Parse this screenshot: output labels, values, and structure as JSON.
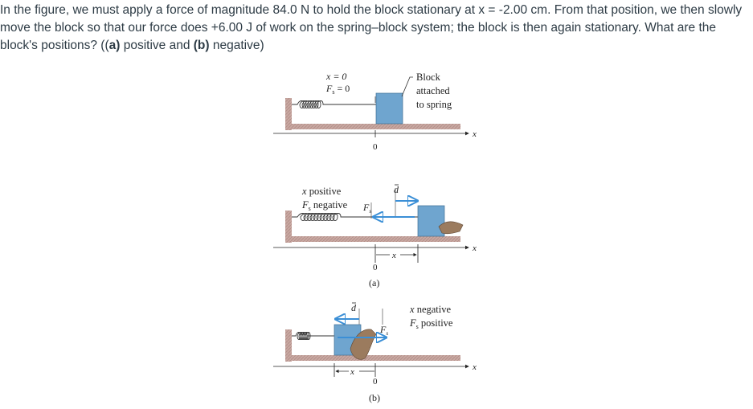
{
  "question": {
    "text_before_a": "In the figure, we must apply a force of magnitude 84.0 N to hold the block stationary at x = -2.00 cm. From that position, we then slowly move the block so that our force does +6.00 J of work on the spring–block system; the block is then again stationary. What are the block's positions? ((",
    "part_a_label": "a)",
    "text_between": " positive and ",
    "part_b_label": "(b)",
    "text_after": " negative)"
  },
  "figure": {
    "top": {
      "x_eq": "x = 0",
      "fs_eq": "F",
      "fs_sub": "s",
      "fs_rest": " = 0",
      "block_label_lines": [
        "Block",
        "attached",
        "to spring"
      ],
      "axis_x": "x",
      "zero": "0"
    },
    "a": {
      "x_sign": "x positive",
      "fs_sign_f": "F",
      "fs_sign_sub": "s",
      "fs_sign_rest": " negative",
      "d_label": "d",
      "fs_label": "F",
      "fs_sub": "s",
      "x_span": "x",
      "axis_x": "x",
      "zero": "0",
      "caption": "(a)"
    },
    "b": {
      "x_sign": "x negative",
      "fs_sign_f": "F",
      "fs_sign_sub": "s",
      "fs_sign_rest": " positive",
      "d_label": "d",
      "fs_label": "F",
      "fs_sub": "s",
      "x_span": "x",
      "axis_x": "x",
      "zero": "0",
      "caption": "(b)"
    }
  },
  "colors": {
    "text": "#2d3b45",
    "floor": "#c9a8a2",
    "block": "#6fa5cf",
    "arrow": "#3b8fd6",
    "hand": "#9b7b5e"
  }
}
